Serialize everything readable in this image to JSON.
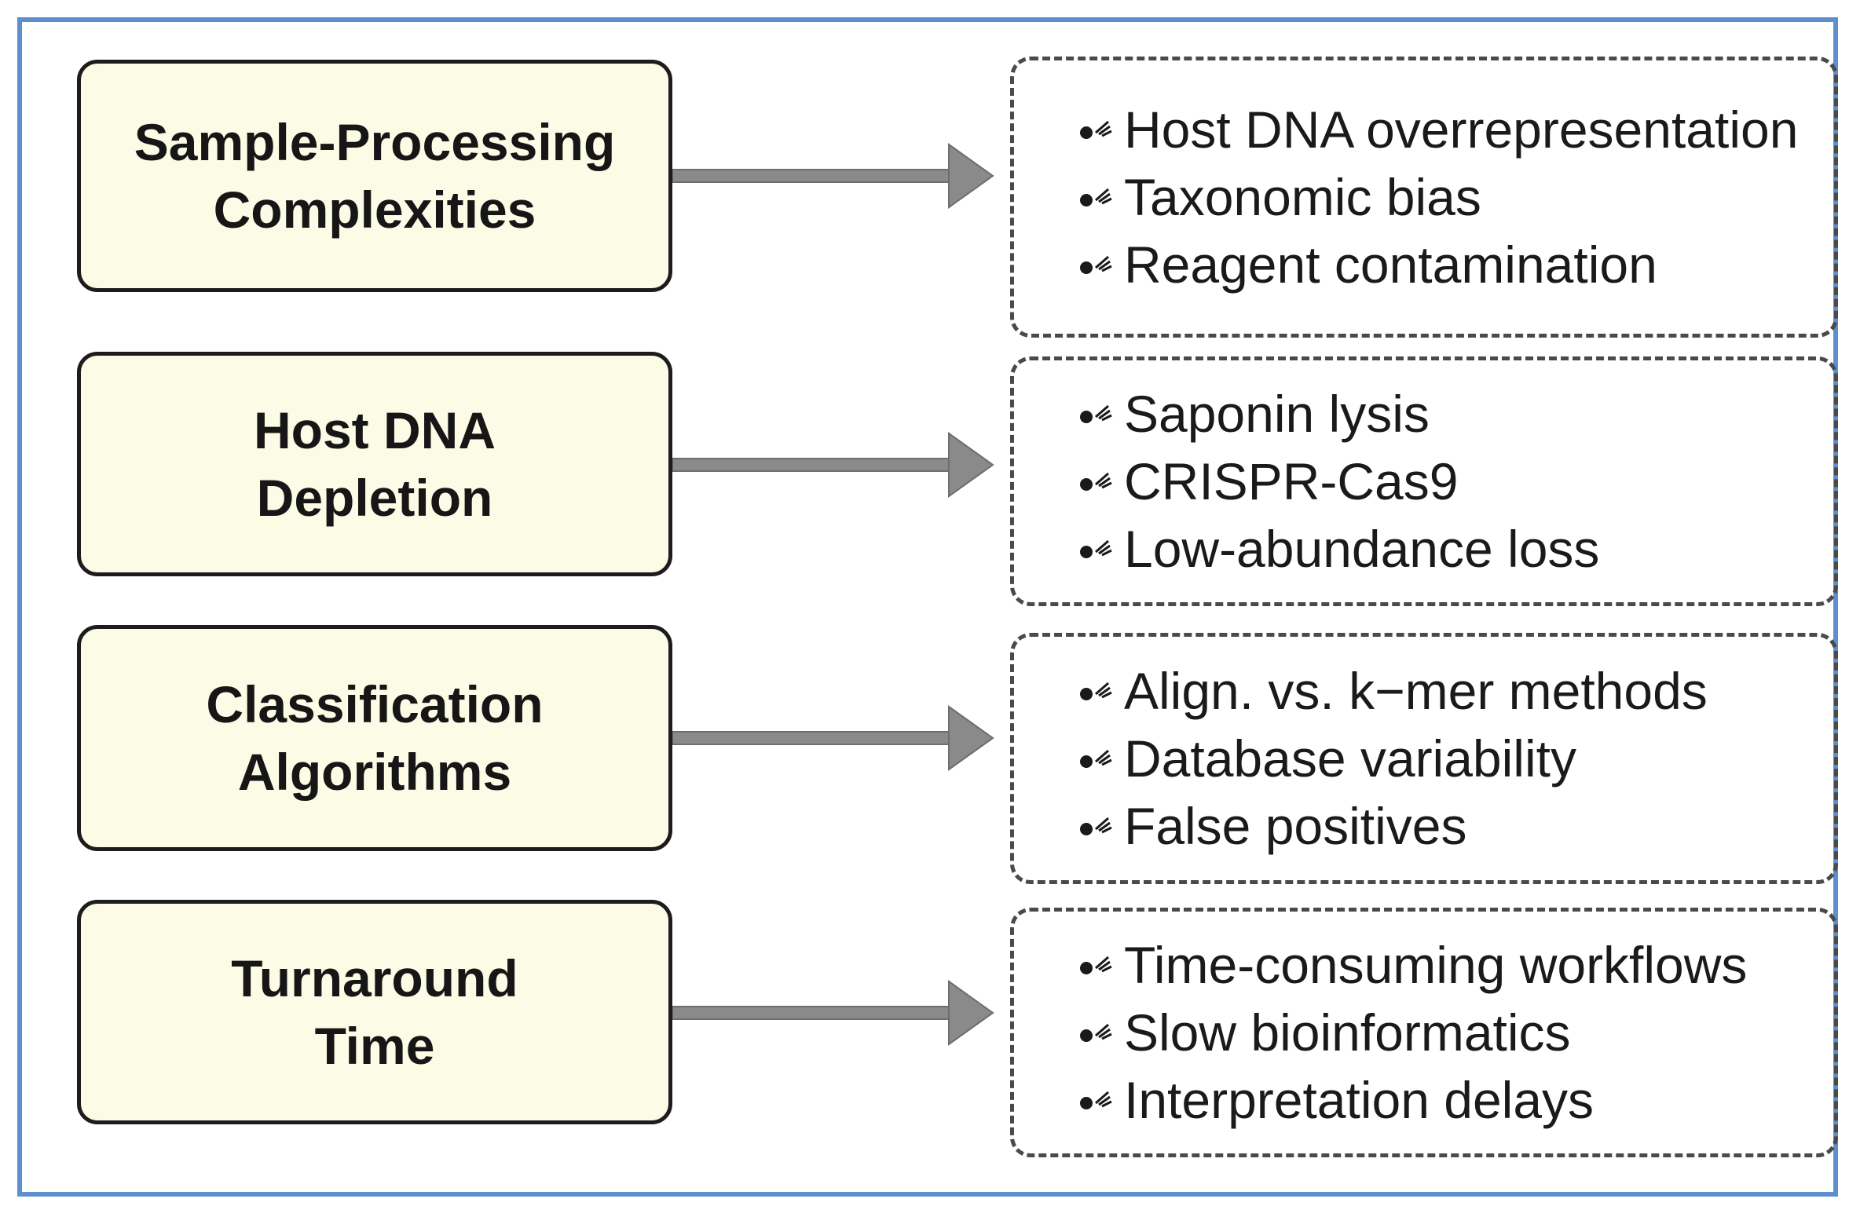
{
  "colors": {
    "frame_border": "#5b8fce",
    "stage_fill": "#fbfbe6",
    "stage_border": "#1c1c1c",
    "arrow": "#8a8a8a",
    "detail_border": "#4a4a4a"
  },
  "rows": [
    {
      "stage": "Sample-Processing\nComplexities",
      "items": [
        "Host DNA overrepresentation",
        "Taxonomic bias",
        "Reagent contamination"
      ]
    },
    {
      "stage": "Host DNA\nDepletion",
      "items": [
        "Saponin lysis",
        "CRISPR-Cas9",
        "Low-abundance loss"
      ]
    },
    {
      "stage": "Classification\nAlgorithms",
      "items": [
        "Align. vs. k−mer methods",
        "Database variability",
        "False positives"
      ]
    },
    {
      "stage": "Turnaround\nTime",
      "items": [
        "Time-consuming workflows",
        "Slow bioinformatics",
        "Interpretation delays"
      ]
    }
  ]
}
